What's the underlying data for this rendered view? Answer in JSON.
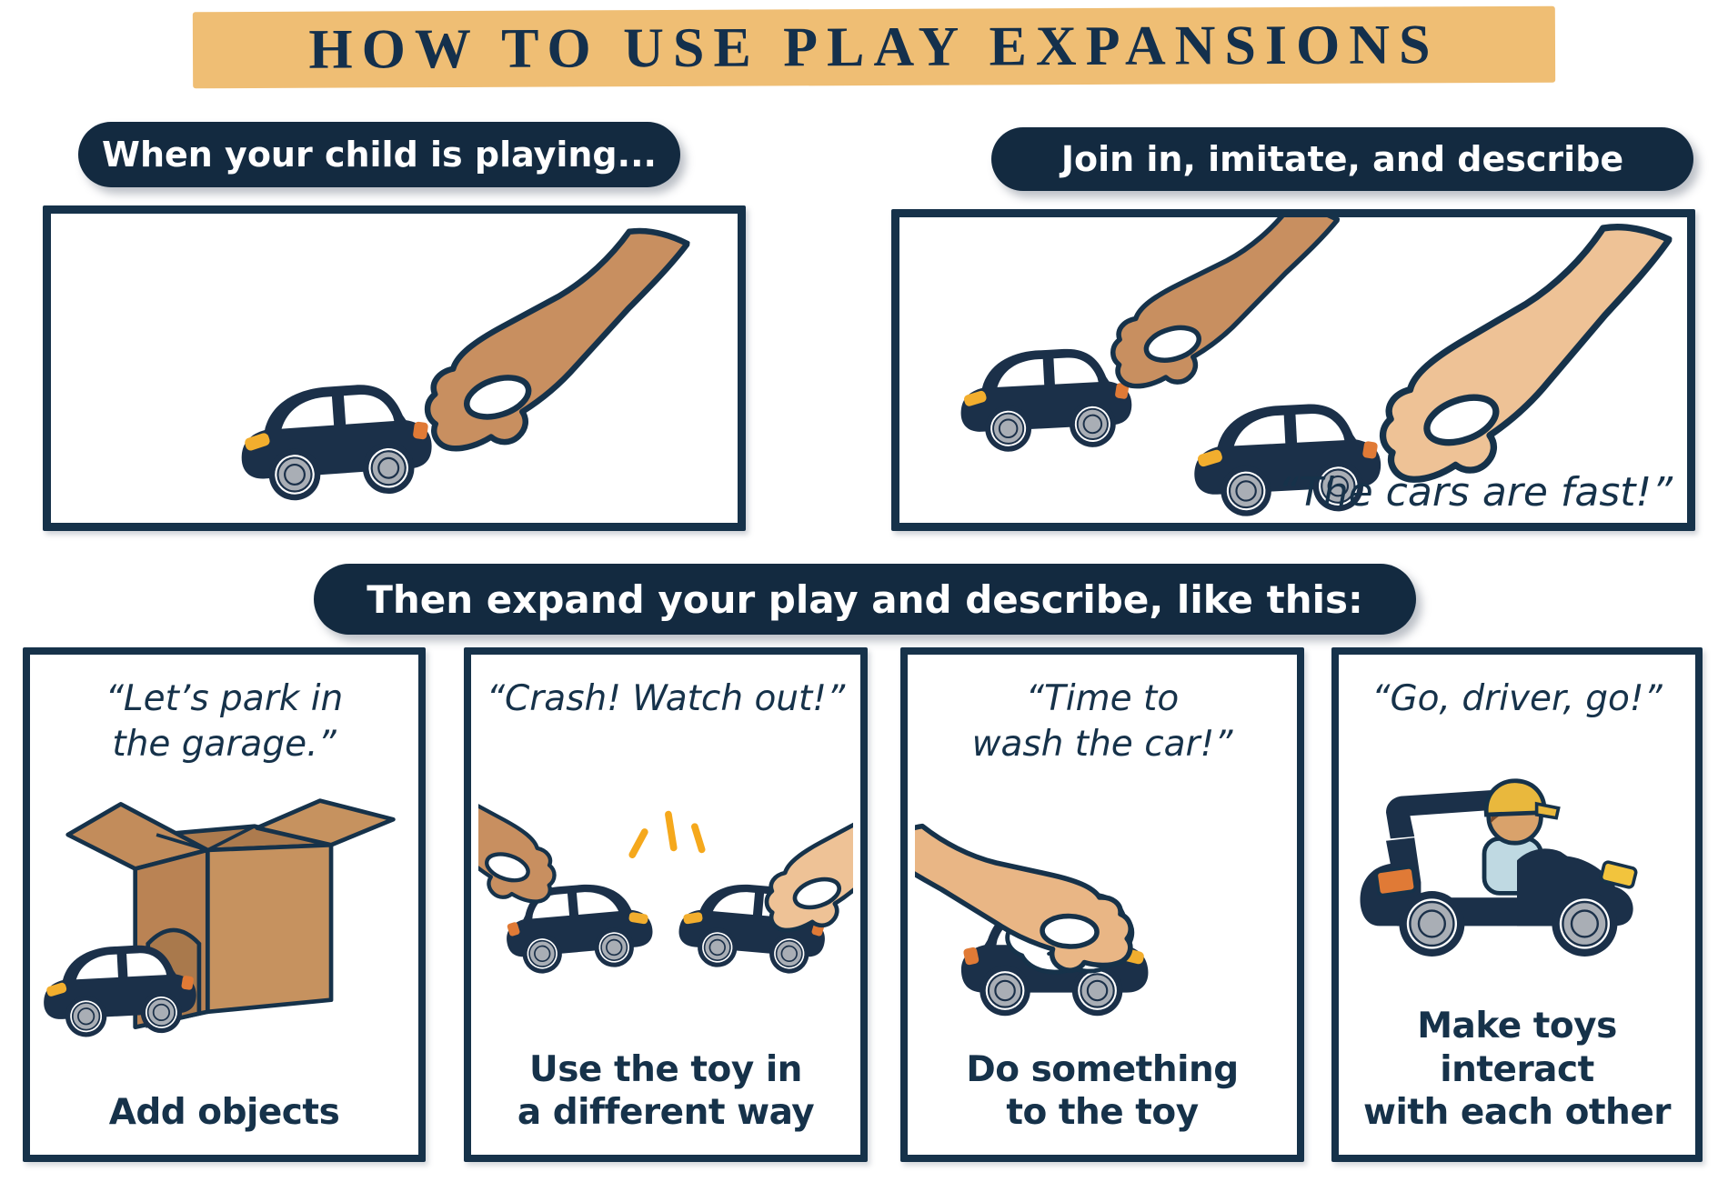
{
  "title": "HOW TO USE PLAY EXPANSIONS",
  "colors": {
    "navy": "#16324A",
    "car_body": "#1B3049",
    "banner_gold": "#EFBE74",
    "pill_navy": "#132A40",
    "child_skin": "#C88F60",
    "adult_skin": "#EEC296",
    "cardboard": "#C6925F",
    "cardboard_front": "#BA8354",
    "cardboard_inside": "#A9794C",
    "wheel_gray": "#A9AEB5",
    "headlight_yellow": "#F2AE2E",
    "taillight_orange": "#E07A36",
    "spark_orange": "#F5A81C"
  },
  "step_when": {
    "label": "When your child is playing..."
  },
  "step_join": {
    "label": "Join in, imitate, and describe",
    "quote": "“The cars are fast!”"
  },
  "step_expand": {
    "label": "Then expand your play and describe, like this:"
  },
  "panels": [
    {
      "id": "add-objects",
      "quote": "“Let’s park in\nthe garage.”",
      "caption": "Add objects"
    },
    {
      "id": "different-way",
      "quote": "“Crash! Watch out!”",
      "caption": "Use the toy in\na different way"
    },
    {
      "id": "do-something",
      "quote": "“Time to\nwash the car!”",
      "caption": "Do something\nto the toy"
    },
    {
      "id": "toys-interact",
      "quote": "“Go, driver, go!”",
      "caption": "Make toys interact\nwith each other"
    }
  ]
}
